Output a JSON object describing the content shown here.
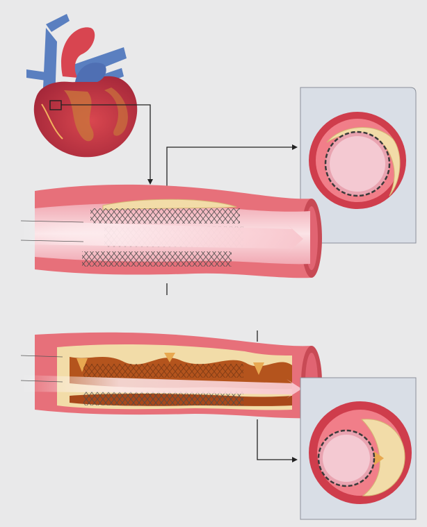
{
  "figure": {
    "background": "#e9e9ea",
    "colors": {
      "vessel_wall": "#e7707a",
      "vessel_wall_dark": "#c84a55",
      "lumen": "#f6c9cf",
      "lumen_light": "#fbe3e6",
      "plaque": "#f2dca8",
      "plaque_dark": "#d6b574",
      "restenosis_tissue": "#b4541d",
      "restenosis_dark": "#8a3a12",
      "stent_mesh": "#4a4a4a",
      "inset_panel": "#d9dee6",
      "connector": "#222222"
    },
    "panels": [
      {
        "name": "heart",
        "icon": "heart-illustration-icon"
      },
      {
        "name": "stented-artery",
        "icon": "artery-with-stent-icon"
      },
      {
        "name": "stented-artery-cross-section",
        "icon": "cross-section-icon"
      },
      {
        "name": "restenosed-artery",
        "icon": "artery-restenosis-icon"
      },
      {
        "name": "restenosed-artery-cross-section",
        "icon": "cross-section-icon"
      }
    ]
  }
}
